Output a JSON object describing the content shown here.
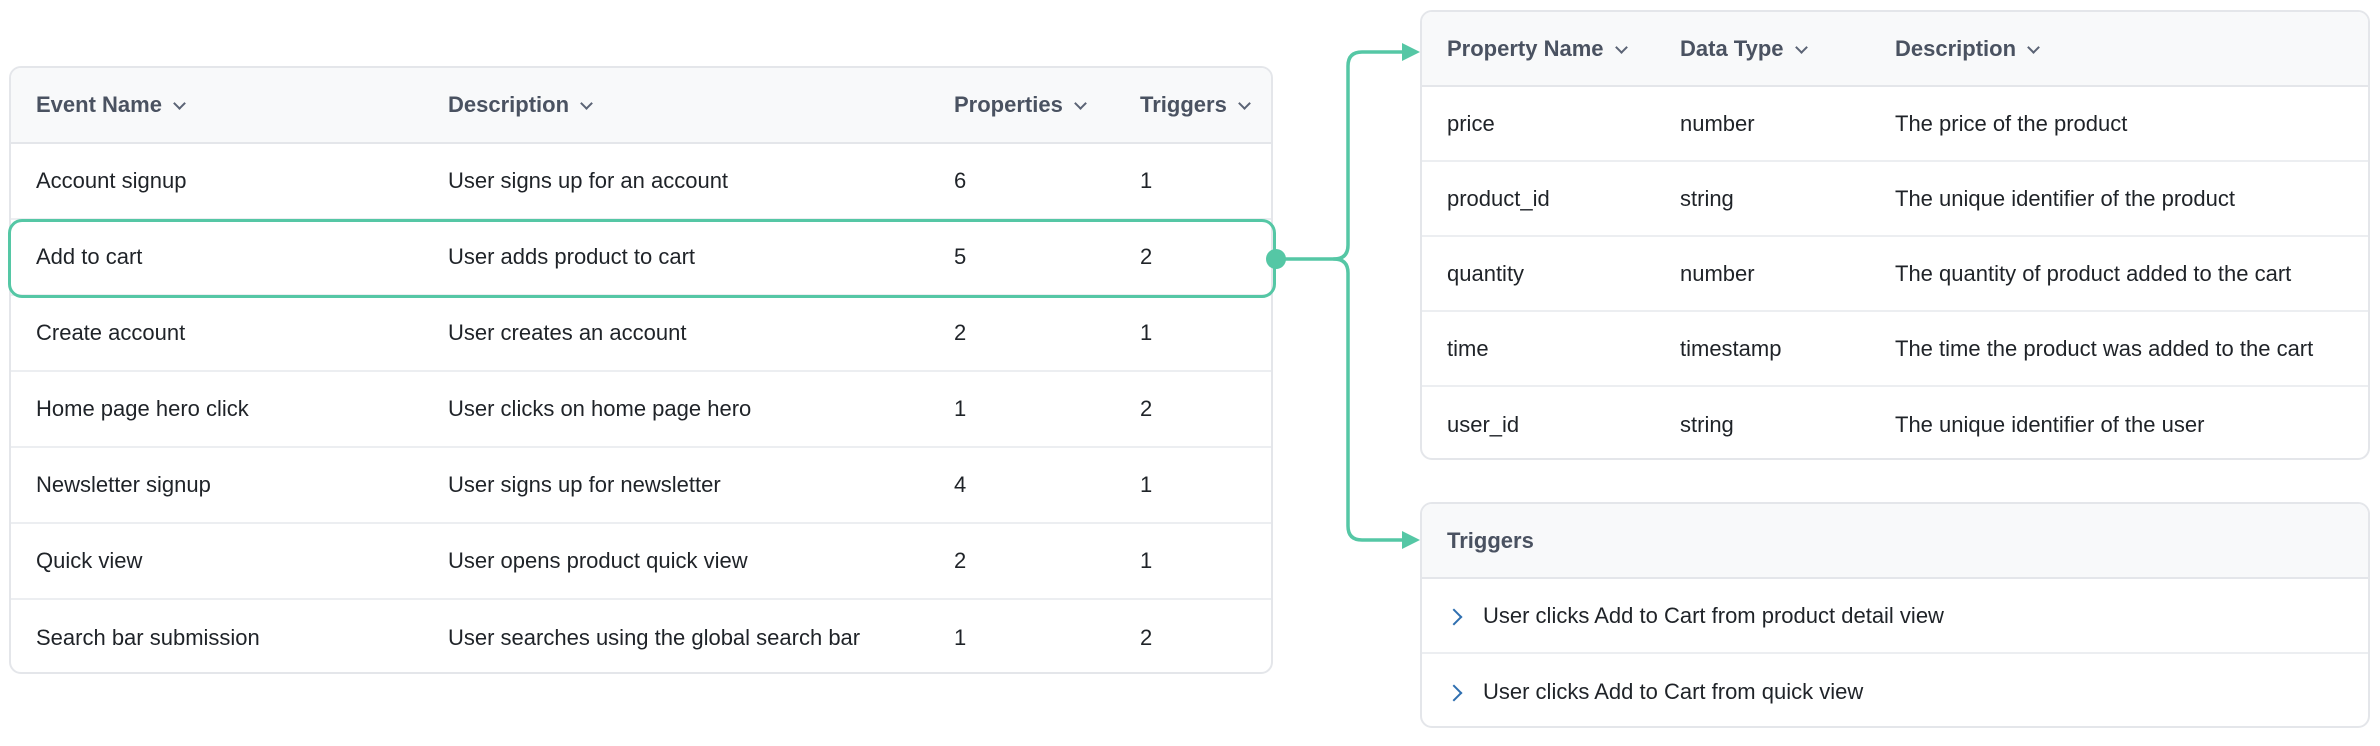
{
  "events_table": {
    "headers": {
      "name": "Event Name",
      "description": "Description",
      "properties": "Properties",
      "triggers": "Triggers"
    },
    "rows": [
      {
        "name": "Account signup",
        "description": "User signs up for an account",
        "properties": "6",
        "triggers": "1"
      },
      {
        "name": "Add to cart",
        "description": "User adds product to cart",
        "properties": "5",
        "triggers": "2"
      },
      {
        "name": "Create account",
        "description": "User creates an account",
        "properties": "2",
        "triggers": "1"
      },
      {
        "name": "Home page hero click",
        "description": "User clicks on home page hero",
        "properties": "1",
        "triggers": "2"
      },
      {
        "name": "Newsletter signup",
        "description": "User signs up for newsletter",
        "properties": "4",
        "triggers": "1"
      },
      {
        "name": "Quick view",
        "description": "User opens product quick view",
        "properties": "2",
        "triggers": "1"
      },
      {
        "name": "Search bar submission",
        "description": "User searches using the global search bar",
        "properties": "1",
        "triggers": "2"
      }
    ],
    "selected_row": "Add to cart"
  },
  "properties_table": {
    "headers": {
      "name": "Property Name",
      "type": "Data Type",
      "description": "Description"
    },
    "rows": [
      {
        "name": "price",
        "type": "number",
        "description": "The price of the product"
      },
      {
        "name": "product_id",
        "type": "string",
        "description": "The unique identifier of the product"
      },
      {
        "name": "quantity",
        "type": "number",
        "description": "The quantity of product added to the cart"
      },
      {
        "name": "time",
        "type": "timestamp",
        "description": "The time the product was added to the cart"
      },
      {
        "name": "user_id",
        "type": "string",
        "description": "The unique identifier of the user"
      }
    ]
  },
  "triggers_panel": {
    "title": "Triggers",
    "items": [
      {
        "label": "User clicks Add to Cart from product detail view"
      },
      {
        "label": "User clicks Add to Cart from quick view"
      }
    ]
  },
  "icons": {
    "sort": "chevron-down-icon",
    "expand": "chevron-right-icon"
  },
  "colors": {
    "accent": "#55c7a5",
    "expand_chevron": "#2f6fb0",
    "header_bg": "#f8f9fa",
    "border": "#e4e6ea"
  }
}
